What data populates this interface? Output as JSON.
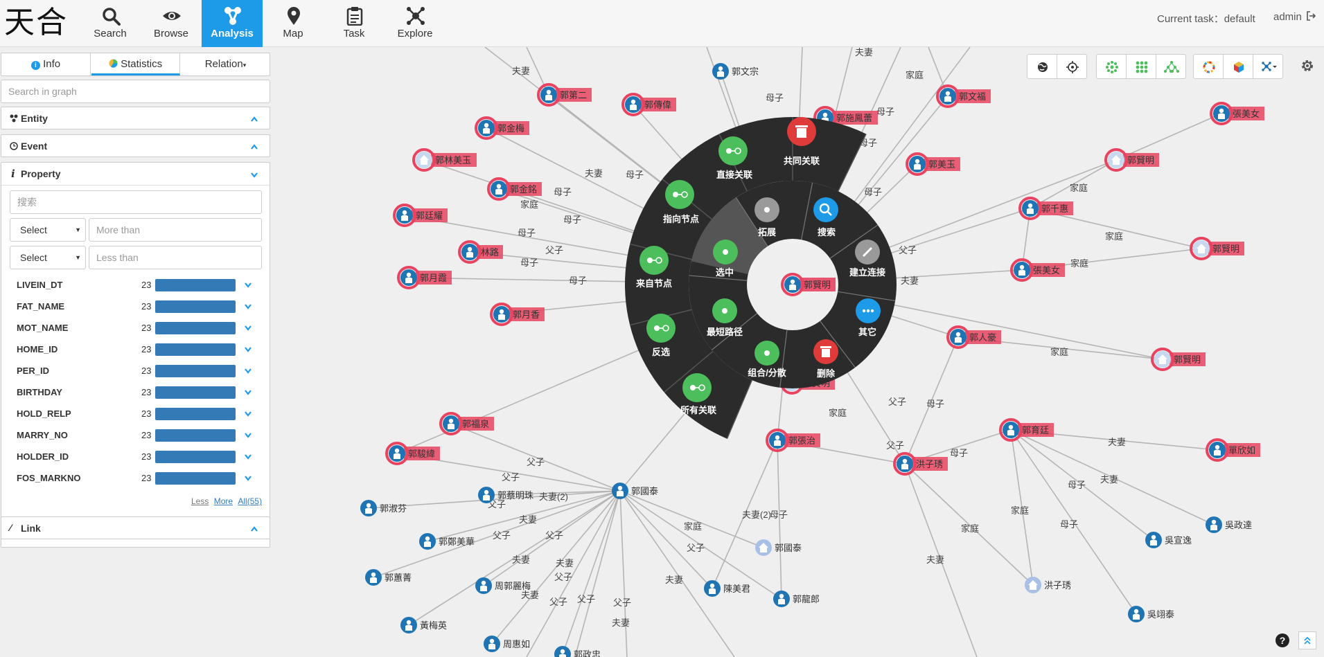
{
  "app": {
    "logo_text": "天合"
  },
  "nav": [
    {
      "label": "Search",
      "icon": "search-icon"
    },
    {
      "label": "Browse",
      "icon": "eye-icon"
    },
    {
      "label": "Analysis",
      "icon": "network-icon"
    },
    {
      "label": "Map",
      "icon": "map-pin-icon"
    },
    {
      "label": "Task",
      "icon": "clipboard-icon"
    },
    {
      "label": "Explore",
      "icon": "explore-icon"
    }
  ],
  "header": {
    "current_task": "Current task：default",
    "user": "admin"
  },
  "tabs": {
    "info": "Info",
    "statistics": "Statistics",
    "relation": "Relation"
  },
  "search_graph": {
    "placeholder": "Search in graph"
  },
  "sections": {
    "entity": "Entity",
    "event": "Event",
    "property": "Property",
    "link": "Link"
  },
  "property_filter": {
    "search_placeholder": "搜索",
    "select1": "Select",
    "more_than": "More than",
    "select2": "Select",
    "less_than": "Less than"
  },
  "properties": [
    {
      "name": "LIVEIN_DT",
      "count": "23"
    },
    {
      "name": "FAT_NAME",
      "count": "23"
    },
    {
      "name": "MOT_NAME",
      "count": "23"
    },
    {
      "name": "HOME_ID",
      "count": "23"
    },
    {
      "name": "PER_ID",
      "count": "23"
    },
    {
      "name": "BIRTHDAY",
      "count": "23"
    },
    {
      "name": "HOLD_RELP",
      "count": "23"
    },
    {
      "name": "MARRY_NO",
      "count": "23"
    },
    {
      "name": "HOLDER_ID",
      "count": "23"
    },
    {
      "name": "FOS_MARKNO",
      "count": "23"
    }
  ],
  "property_links": {
    "less": "Less",
    "more": "More",
    "all": "All(55)"
  },
  "radial_menu": {
    "center": "郭賢明",
    "inner": [
      "拓展",
      "搜索",
      "建立连接",
      "其它",
      "删除",
      "组合/分散",
      "最短路径",
      "选中"
    ],
    "outer": [
      "共同关联",
      "直接关联",
      "指向节点",
      "来自节点",
      "反选",
      "所有关联"
    ]
  },
  "graph": {
    "nodes": [
      {
        "label": "郭文宗",
        "kind": "person",
        "hl": false
      },
      {
        "label": "郭第二",
        "kind": "person",
        "hl": true
      },
      {
        "label": "郭傳偉",
        "kind": "person",
        "hl": true
      },
      {
        "label": "郭金梅",
        "kind": "person",
        "hl": true
      },
      {
        "label": "郭林美玉",
        "kind": "home",
        "hl": true
      },
      {
        "label": "郭金銘",
        "kind": "person",
        "hl": true
      },
      {
        "label": "郭廷耀",
        "kind": "person",
        "hl": true
      },
      {
        "label": "林路",
        "kind": "person",
        "hl": true
      },
      {
        "label": "郭月霞",
        "kind": "person",
        "hl": true
      },
      {
        "label": "郭月香",
        "kind": "person",
        "hl": true
      },
      {
        "label": "郭施鳳蕾",
        "kind": "person",
        "hl": true
      },
      {
        "label": "郭文福",
        "kind": "person",
        "hl": true
      },
      {
        "label": "張美女",
        "kind": "person",
        "hl": true
      },
      {
        "label": "郭美玉",
        "kind": "person",
        "hl": true
      },
      {
        "label": "郭賢明",
        "kind": "home",
        "hl": true
      },
      {
        "label": "郭千惠",
        "kind": "person",
        "hl": true
      },
      {
        "label": "郭賢明",
        "kind": "home",
        "hl": true
      },
      {
        "label": "張美女",
        "kind": "person",
        "hl": true
      },
      {
        "label": "郭人豪",
        "kind": "person",
        "hl": true
      },
      {
        "label": "郭賢明",
        "kind": "home",
        "hl": true
      },
      {
        "label": "郭賢明",
        "kind": "home",
        "hl": true
      },
      {
        "label": "郭福泉",
        "kind": "person",
        "hl": true
      },
      {
        "label": "郭駿緯",
        "kind": "person",
        "hl": true
      },
      {
        "label": "郭張治",
        "kind": "person",
        "hl": true
      },
      {
        "label": "洪子琇",
        "kind": "person",
        "hl": true
      },
      {
        "label": "郭育廷",
        "kind": "person",
        "hl": true
      },
      {
        "label": "單欣如",
        "kind": "person",
        "hl": true
      },
      {
        "label": "郭蔡明珠",
        "kind": "person",
        "hl": false
      },
      {
        "label": "郭淑芬",
        "kind": "person",
        "hl": false
      },
      {
        "label": "郭國泰",
        "kind": "person",
        "hl": false
      },
      {
        "label": "郭鄭美華",
        "kind": "person",
        "hl": false
      },
      {
        "label": "郭國泰",
        "kind": "home",
        "hl": false
      },
      {
        "label": "郭蕙菁",
        "kind": "person",
        "hl": false
      },
      {
        "label": "周郭麗梅",
        "kind": "person",
        "hl": false
      },
      {
        "label": "陳美君",
        "kind": "person",
        "hl": false
      },
      {
        "label": "郭龍郎",
        "kind": "person",
        "hl": false
      },
      {
        "label": "黃梅英",
        "kind": "person",
        "hl": false
      },
      {
        "label": "周惠如",
        "kind": "person",
        "hl": false
      },
      {
        "label": "郭政忠",
        "kind": "person",
        "hl": false
      },
      {
        "label": "吳政達",
        "kind": "person",
        "hl": false
      },
      {
        "label": "吳宣逸",
        "kind": "person",
        "hl": false
      },
      {
        "label": "洪子琇",
        "kind": "home",
        "hl": false
      },
      {
        "label": "吳翊泰",
        "kind": "person",
        "hl": false
      }
    ],
    "edge_labels": [
      "夫妻",
      "母子",
      "家庭",
      "父子",
      "夫妻(2)"
    ]
  },
  "colors": {
    "accent": "#1e9be8",
    "node_blue": "#1f74b4",
    "highlight": "#e8435f",
    "menu_dark": "#2b2b2b",
    "menu_green": "#4cbf5c",
    "delete_red": "#e03b3b"
  }
}
